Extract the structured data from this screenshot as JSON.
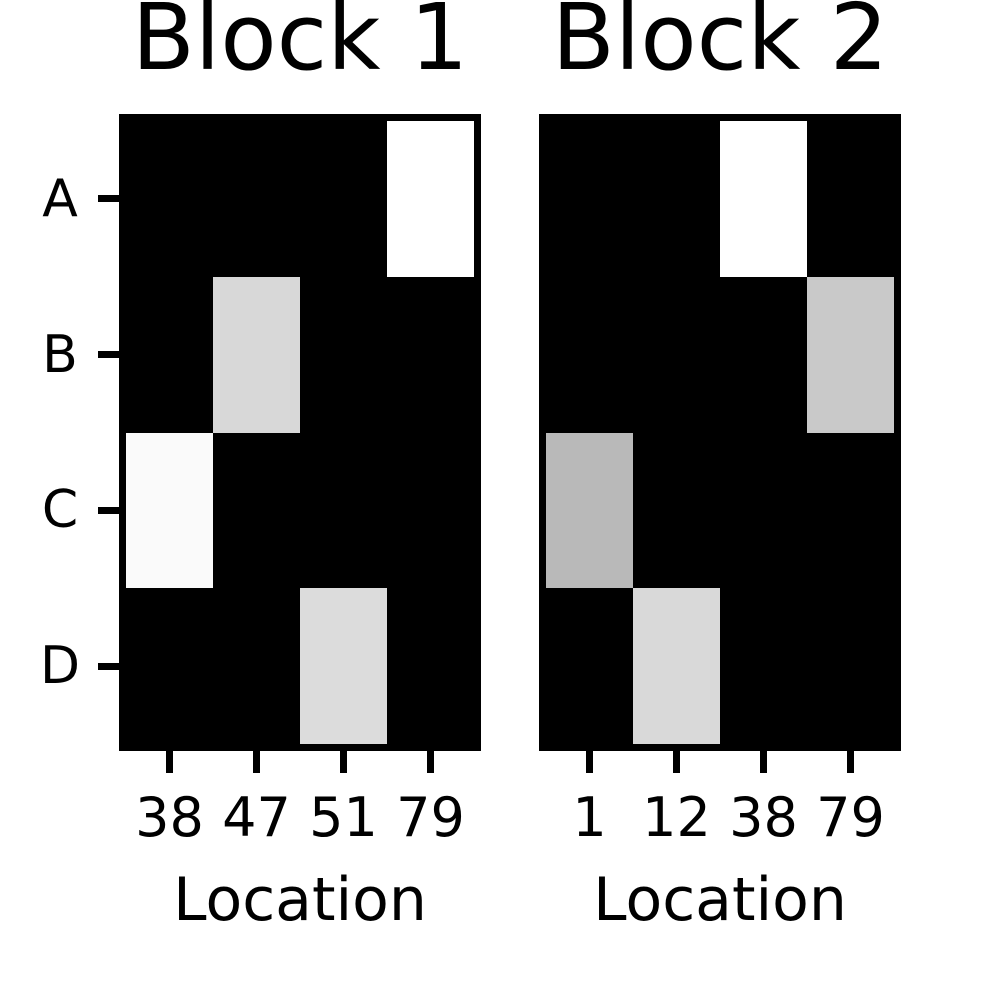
{
  "figure": {
    "background": "#ffffff",
    "black": "#000000"
  },
  "chart_data": [
    {
      "type": "heatmap",
      "title": "Block 1",
      "xlabel": "Location",
      "rows": [
        "A",
        "B",
        "C",
        "D"
      ],
      "columns": [
        "38",
        "47",
        "51",
        "79"
      ],
      "values": [
        [
          0.0,
          0.0,
          0.0,
          1.0
        ],
        [
          0.0,
          0.85,
          0.0,
          0.0
        ],
        [
          0.98,
          0.0,
          0.0,
          0.0
        ],
        [
          0.0,
          0.0,
          0.86,
          0.0
        ]
      ],
      "colormap": "gray",
      "value_range": [
        0,
        1
      ],
      "cell_colors": [
        [
          "#000000",
          "#000000",
          "#000000",
          "#ffffff"
        ],
        [
          "#000000",
          "#d8d8d8",
          "#000000",
          "#000000"
        ],
        [
          "#fafafa",
          "#000000",
          "#000000",
          "#000000"
        ],
        [
          "#000000",
          "#000000",
          "#dcdcdc",
          "#000000"
        ]
      ],
      "show_row_labels": true
    },
    {
      "type": "heatmap",
      "title": "Block 2",
      "xlabel": "Location",
      "rows": [
        "A",
        "B",
        "C",
        "D"
      ],
      "columns": [
        "1",
        "12",
        "38",
        "79"
      ],
      "values": [
        [
          0.0,
          0.0,
          1.0,
          0.0
        ],
        [
          0.0,
          0.0,
          0.0,
          0.79
        ],
        [
          0.73,
          0.0,
          0.0,
          0.0
        ],
        [
          0.0,
          0.85,
          0.0,
          0.0
        ]
      ],
      "colormap": "gray",
      "value_range": [
        0,
        1
      ],
      "cell_colors": [
        [
          "#000000",
          "#000000",
          "#ffffff",
          "#000000"
        ],
        [
          "#000000",
          "#000000",
          "#000000",
          "#c9c9c9"
        ],
        [
          "#b9b9b9",
          "#000000",
          "#000000",
          "#000000"
        ],
        [
          "#000000",
          "#d9d9d9",
          "#000000",
          "#000000"
        ]
      ],
      "show_row_labels": false
    }
  ]
}
